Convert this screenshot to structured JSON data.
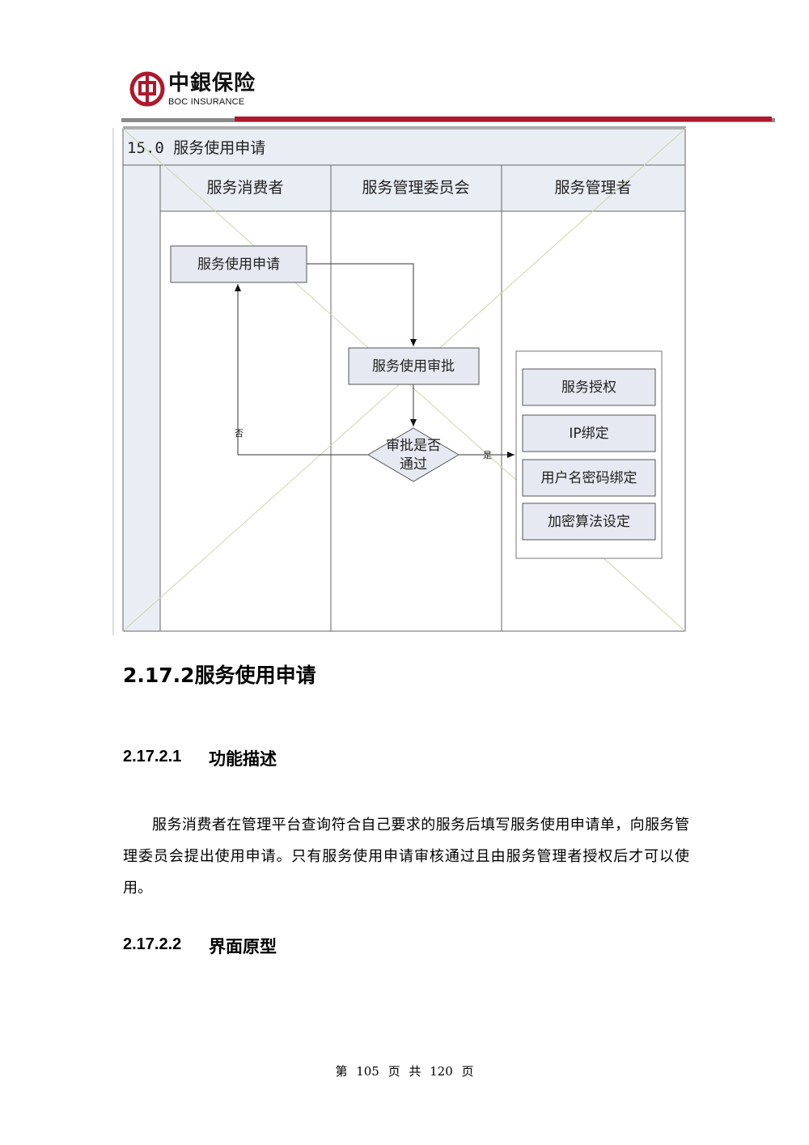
{
  "header": {
    "logo_cn": "中銀保险",
    "logo_en": "BOC INSURANCE"
  },
  "diagram": {
    "title": "15.0 服务使用申请",
    "lanes": [
      "服务消费者",
      "服务管理委员会",
      "服务管理者"
    ],
    "apply_box": "服务使用申请",
    "review_box": "服务使用审批",
    "decision": [
      "审批是否",
      "通过"
    ],
    "no_label": "否",
    "yes_label": "是",
    "admin_steps": [
      "服务授权",
      "IP绑定",
      "用户名密码绑定",
      "加密算法设定"
    ]
  },
  "section": {
    "heading": "2.17.2服务使用申请",
    "sub1_num": "2.17.2.1",
    "sub1_title": "功能描述",
    "body": "服务消费者在管理平台查询符合自己要求的服务后填写服务使用申请单，向服务管理委员会提出使用申请。只有服务使用申请审核通过且由服务管理者授权后才可以使用。",
    "sub2_num": "2.17.2.2",
    "sub2_title": "界面原型"
  },
  "footer": {
    "page_text": "第 105 页 共 120 页"
  },
  "colors": {
    "brand_red": "#b0172b",
    "lane_fill": "#e9edf4",
    "box_fill": "#e6e9f1",
    "cross_line": "#c9d9a8"
  }
}
